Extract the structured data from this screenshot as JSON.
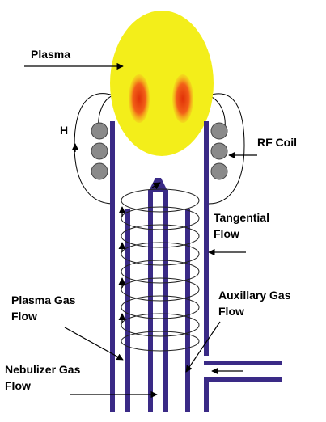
{
  "labels": {
    "plasma": "Plasma",
    "h": "H",
    "rf_coil": "RF Coil",
    "tangential_1": "Tangential",
    "tangential_2": "Flow",
    "plasma_gas_1": "Plasma Gas",
    "plasma_gas_2": "Flow",
    "auxillary_1": "Auxillary Gas",
    "auxillary_2": "Flow",
    "nebulizer_1": "Nebulizer Gas",
    "nebulizer_2": "Flow"
  },
  "colors": {
    "plasma": "#f3ee1a",
    "hot_zone": "#f04a10",
    "tube": "#3a2a86",
    "coil": "#8a8a8a",
    "line": "#000000"
  }
}
